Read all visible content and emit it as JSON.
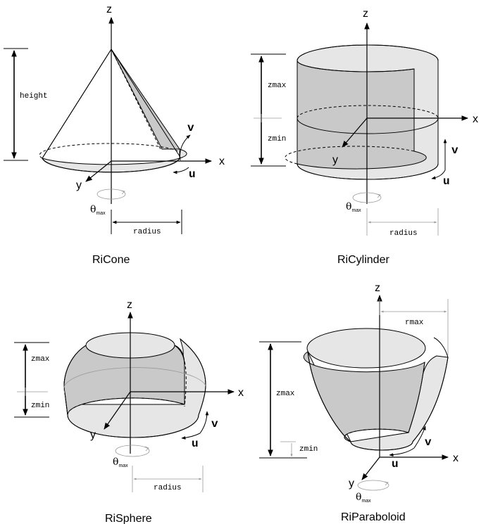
{
  "axes": {
    "x": "x",
    "y": "y",
    "z": "z"
  },
  "param_labels": {
    "u": "u",
    "v": "v"
  },
  "theta": {
    "symbol": "θ",
    "subscript": "max"
  },
  "panels": {
    "cone": {
      "title": "RiCone",
      "height": "height",
      "radius": "radius"
    },
    "cylinder": {
      "title": "RiCylinder",
      "zmax": "zmax",
      "zmin": "zmin",
      "radius": "radius"
    },
    "sphere": {
      "title": "RiSphere",
      "zmax": "zmax",
      "zmin": "zmin",
      "radius": "radius"
    },
    "paraboloid": {
      "title": "RiParaboloid",
      "zmax": "zmax",
      "zmin": "zmin",
      "rmax": "rmax"
    }
  }
}
